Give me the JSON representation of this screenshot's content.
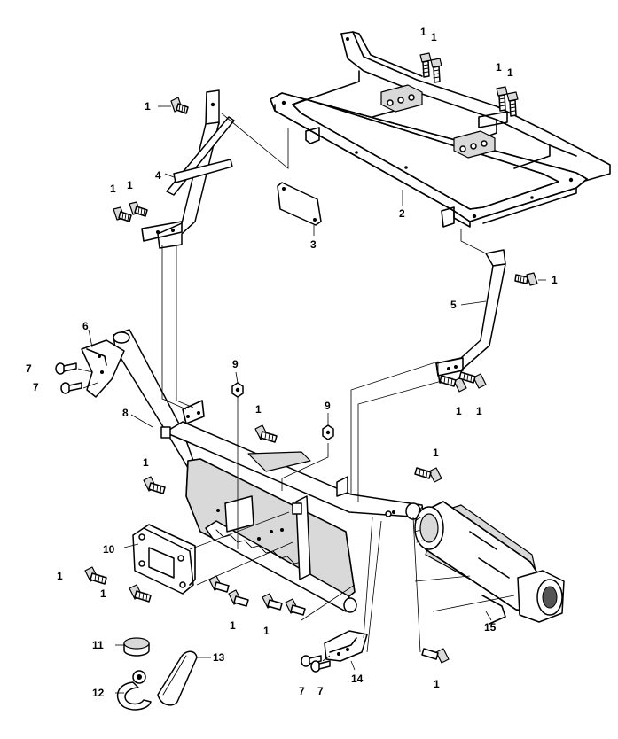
{
  "callouts": {
    "c1": "1",
    "c2": "2",
    "c3": "3",
    "c4": "4",
    "c5": "5",
    "c6": "6",
    "c7": "7",
    "c8": "8",
    "c9": "9",
    "c10": "10",
    "c11": "11",
    "c12": "12",
    "c13": "13",
    "c14": "14",
    "c15": "15"
  },
  "parts": [
    {
      "callout": "1",
      "name": "bolt"
    },
    {
      "callout": "2",
      "name": "frame"
    },
    {
      "callout": "3",
      "name": "plate"
    },
    {
      "callout": "4",
      "name": "left-bracket"
    },
    {
      "callout": "5",
      "name": "right-bracket"
    },
    {
      "callout": "6",
      "name": "guard"
    },
    {
      "callout": "7",
      "name": "screw"
    },
    {
      "callout": "8",
      "name": "bumper-mount"
    },
    {
      "callout": "9",
      "name": "nut"
    },
    {
      "callout": "10",
      "name": "fairlead"
    },
    {
      "callout": "11",
      "name": "stopper"
    },
    {
      "callout": "12",
      "name": "hook"
    },
    {
      "callout": "13",
      "name": "strap"
    },
    {
      "callout": "14",
      "name": "guard"
    },
    {
      "callout": "15",
      "name": "winch"
    }
  ]
}
